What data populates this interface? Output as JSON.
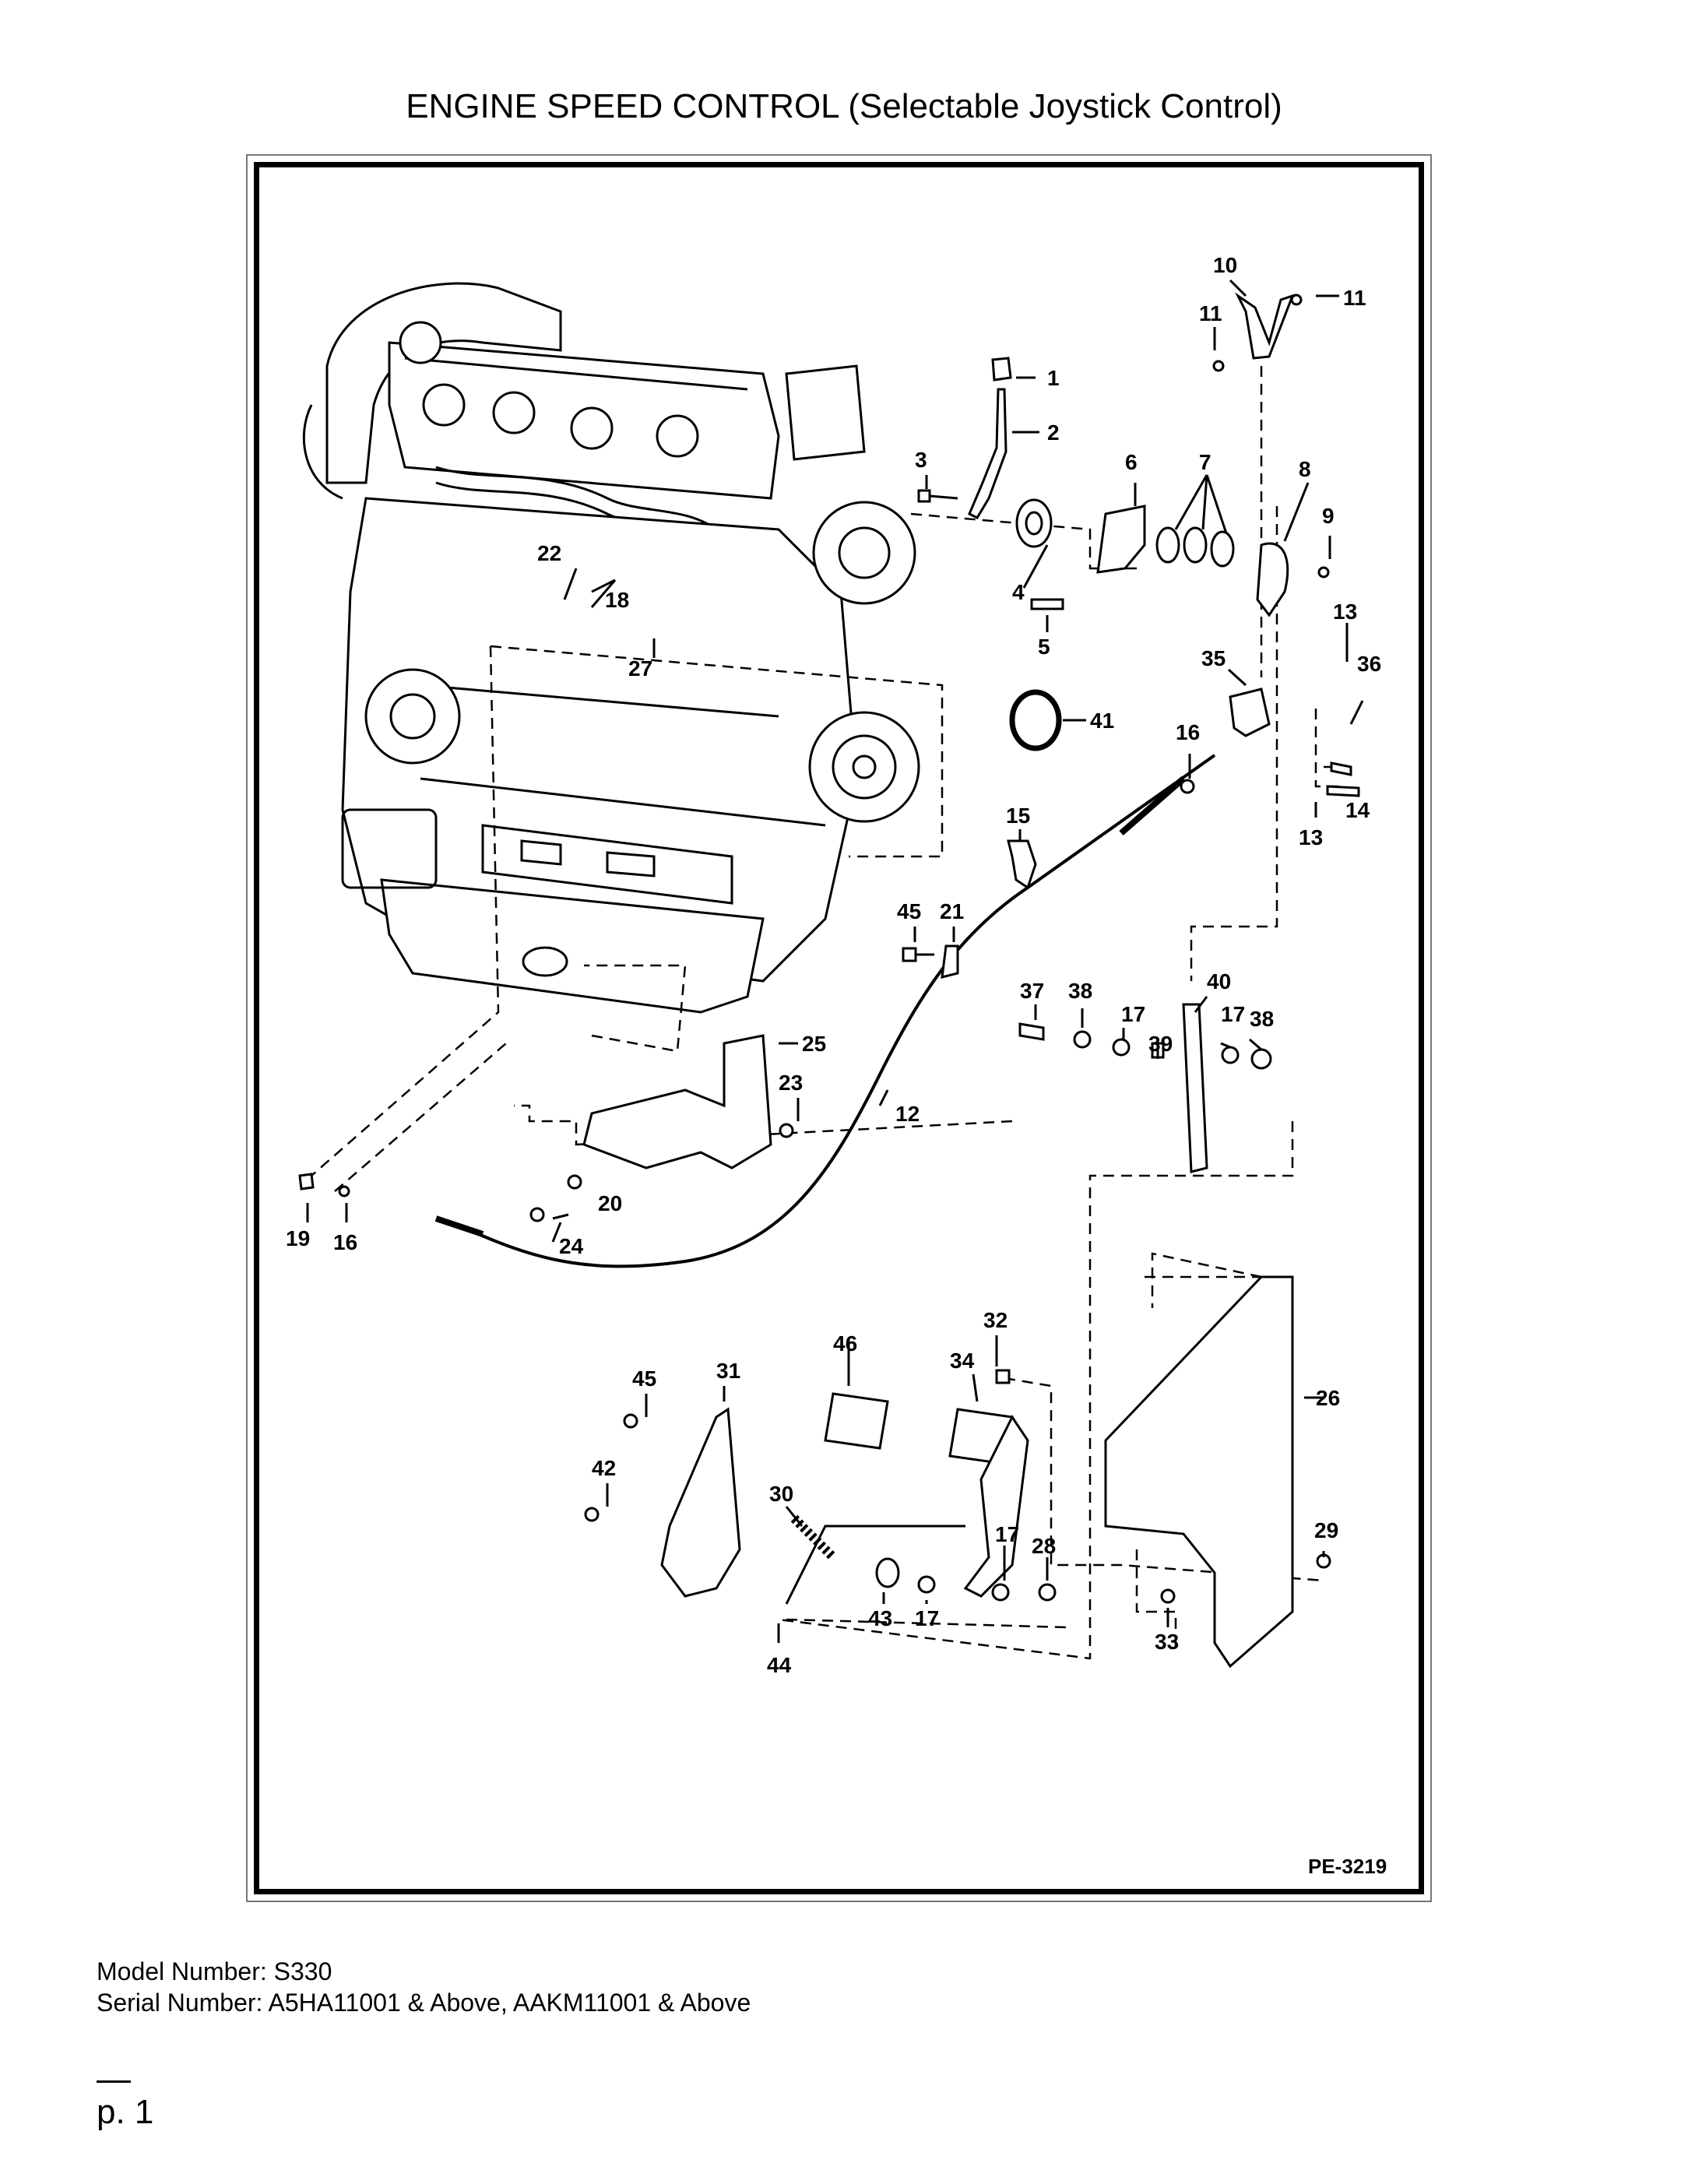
{
  "title": "ENGINE SPEED CONTROL (Selectable Joystick Control)",
  "diagram_code": "PE-3219",
  "footer": {
    "model": "Model Number: S330",
    "serial": "Serial Number: A5HA11001 & Above, AAKM11001 & Above"
  },
  "page_number": "p. 1",
  "callouts": [
    {
      "id": "c1",
      "text": "1"
    },
    {
      "id": "c2",
      "text": "2"
    },
    {
      "id": "c3",
      "text": "3"
    },
    {
      "id": "c4",
      "text": "4"
    },
    {
      "id": "c5",
      "text": "5"
    },
    {
      "id": "c6",
      "text": "6"
    },
    {
      "id": "c7",
      "text": "7"
    },
    {
      "id": "c8",
      "text": "8"
    },
    {
      "id": "c9",
      "text": "9"
    },
    {
      "id": "c10",
      "text": "10"
    },
    {
      "id": "c11a",
      "text": "11"
    },
    {
      "id": "c11b",
      "text": "11"
    },
    {
      "id": "c12",
      "text": "12"
    },
    {
      "id": "c13a",
      "text": "13"
    },
    {
      "id": "c13b",
      "text": "13"
    },
    {
      "id": "c14",
      "text": "14"
    },
    {
      "id": "c15",
      "text": "15"
    },
    {
      "id": "c16a",
      "text": "16"
    },
    {
      "id": "c16b",
      "text": "16"
    },
    {
      "id": "c17a",
      "text": "17"
    },
    {
      "id": "c17b",
      "text": "17"
    },
    {
      "id": "c17c",
      "text": "17"
    },
    {
      "id": "c17d",
      "text": "17"
    },
    {
      "id": "c18",
      "text": "18"
    },
    {
      "id": "c19",
      "text": "19"
    },
    {
      "id": "c20",
      "text": "20"
    },
    {
      "id": "c21",
      "text": "21"
    },
    {
      "id": "c22",
      "text": "22"
    },
    {
      "id": "c23",
      "text": "23"
    },
    {
      "id": "c24",
      "text": "24"
    },
    {
      "id": "c25",
      "text": "25"
    },
    {
      "id": "c26",
      "text": "26"
    },
    {
      "id": "c27",
      "text": "27"
    },
    {
      "id": "c28",
      "text": "28"
    },
    {
      "id": "c29",
      "text": "29"
    },
    {
      "id": "c30",
      "text": "30"
    },
    {
      "id": "c31",
      "text": "31"
    },
    {
      "id": "c32",
      "text": "32"
    },
    {
      "id": "c33",
      "text": "33"
    },
    {
      "id": "c34",
      "text": "34"
    },
    {
      "id": "c35",
      "text": "35"
    },
    {
      "id": "c36",
      "text": "36"
    },
    {
      "id": "c37",
      "text": "37"
    },
    {
      "id": "c38a",
      "text": "38"
    },
    {
      "id": "c38b",
      "text": "38"
    },
    {
      "id": "c39",
      "text": "39"
    },
    {
      "id": "c40",
      "text": "40"
    },
    {
      "id": "c41",
      "text": "41"
    },
    {
      "id": "c42",
      "text": "42"
    },
    {
      "id": "c43",
      "text": "43"
    },
    {
      "id": "c44",
      "text": "44"
    },
    {
      "id": "c45a",
      "text": "45"
    },
    {
      "id": "c45b",
      "text": "45"
    },
    {
      "id": "c46",
      "text": "46"
    }
  ]
}
